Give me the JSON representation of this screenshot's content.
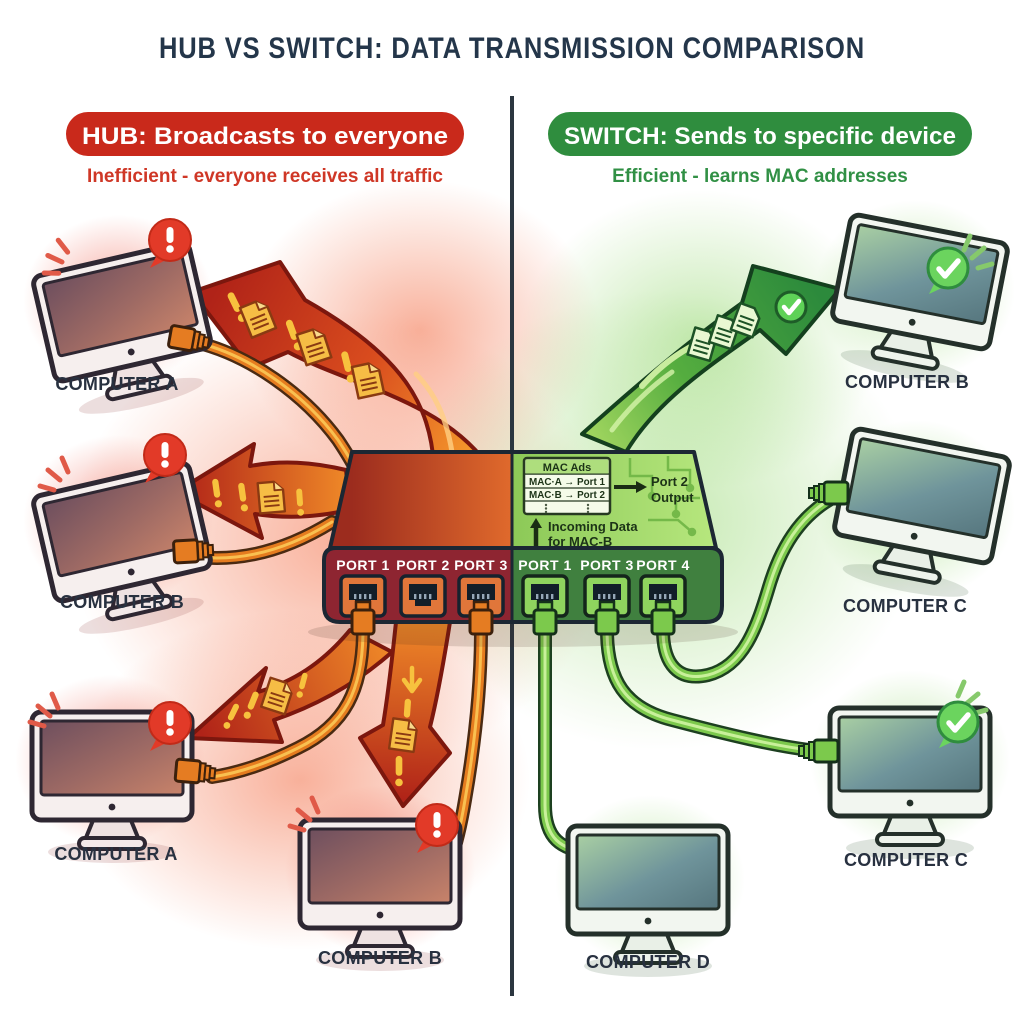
{
  "title": "HUB VS SWITCH: DATA TRANSMISSION COMPARISON",
  "hub": {
    "banner": "HUB: Broadcasts to everyone",
    "subtitle": "Inefficient - everyone receives all traffic",
    "ports": [
      "PORT 1",
      "PORT 2",
      "PORT 3"
    ],
    "computers": [
      {
        "label": "COMPUTER A",
        "status": "alert"
      },
      {
        "label": "COMPUTER B",
        "status": "alert"
      },
      {
        "label": "COMPUTER A",
        "status": "alert"
      },
      {
        "label": "COMPUTER B",
        "status": "alert"
      }
    ],
    "colors": {
      "banner": "#c9291b",
      "subtitle": "#cf3726",
      "device_front": "#8e2531"
    }
  },
  "switch": {
    "banner": "SWITCH: Sends to specific device",
    "subtitle": "Efficient - learns MAC addresses",
    "ports": [
      "PORT 1",
      "PORT 3",
      "PORT 4"
    ],
    "computers": [
      {
        "label": "COMPUTER B",
        "status": "check"
      },
      {
        "label": "COMPUTER C",
        "status": "none"
      },
      {
        "label": "COMPUTER D",
        "status": "check"
      },
      {
        "label": "COMPUTER C",
        "status": "none"
      }
    ],
    "mac_table": {
      "header": "MAC Ads",
      "row1": "MAC·A → Port 1",
      "row2": "MAC·B → Port 2",
      "output_line1": "Port 2",
      "output_line2": "Output",
      "incoming_line1": "Incoming Data",
      "incoming_line2": "for MAC-B"
    },
    "colors": {
      "banner": "#2f8d3e",
      "subtitle": "#319045",
      "device_front": "#40803f"
    }
  },
  "icons": {
    "alert_badge": "!",
    "check_badge": "✓",
    "packet": "data-packet-document"
  },
  "colors": {
    "title": "#24364a",
    "divider": "#2b3640"
  }
}
